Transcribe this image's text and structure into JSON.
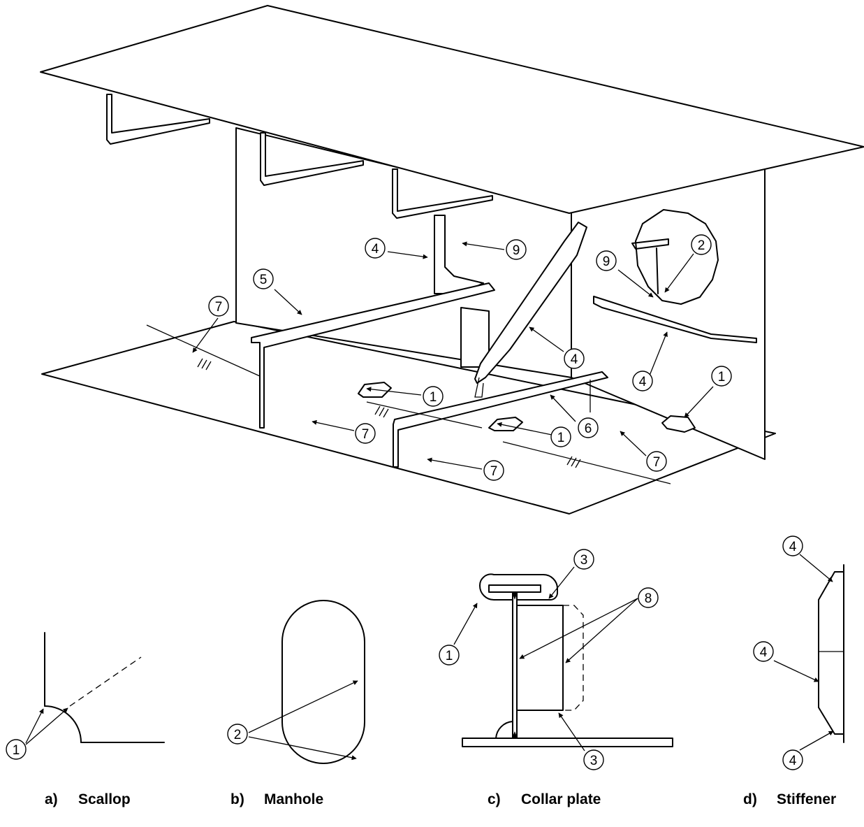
{
  "captions": [
    {
      "letter": "a)",
      "text": "Scallop"
    },
    {
      "letter": "b)",
      "text": "Manhole"
    },
    {
      "letter": "c)",
      "text": "Collar plate"
    },
    {
      "letter": "d)",
      "text": "Stiffener"
    }
  ],
  "callouts": {
    "main": [
      "4",
      "9",
      "5",
      "7",
      "4",
      "9",
      "2",
      "4",
      "1",
      "1",
      "6",
      "7",
      "7",
      "1",
      "7"
    ],
    "scallop": [
      "1"
    ],
    "manhole": [
      "2"
    ],
    "collar": [
      "3",
      "1",
      "8",
      "3"
    ],
    "stiffener": [
      "4",
      "4",
      "4"
    ]
  },
  "weld_symbol": "///"
}
